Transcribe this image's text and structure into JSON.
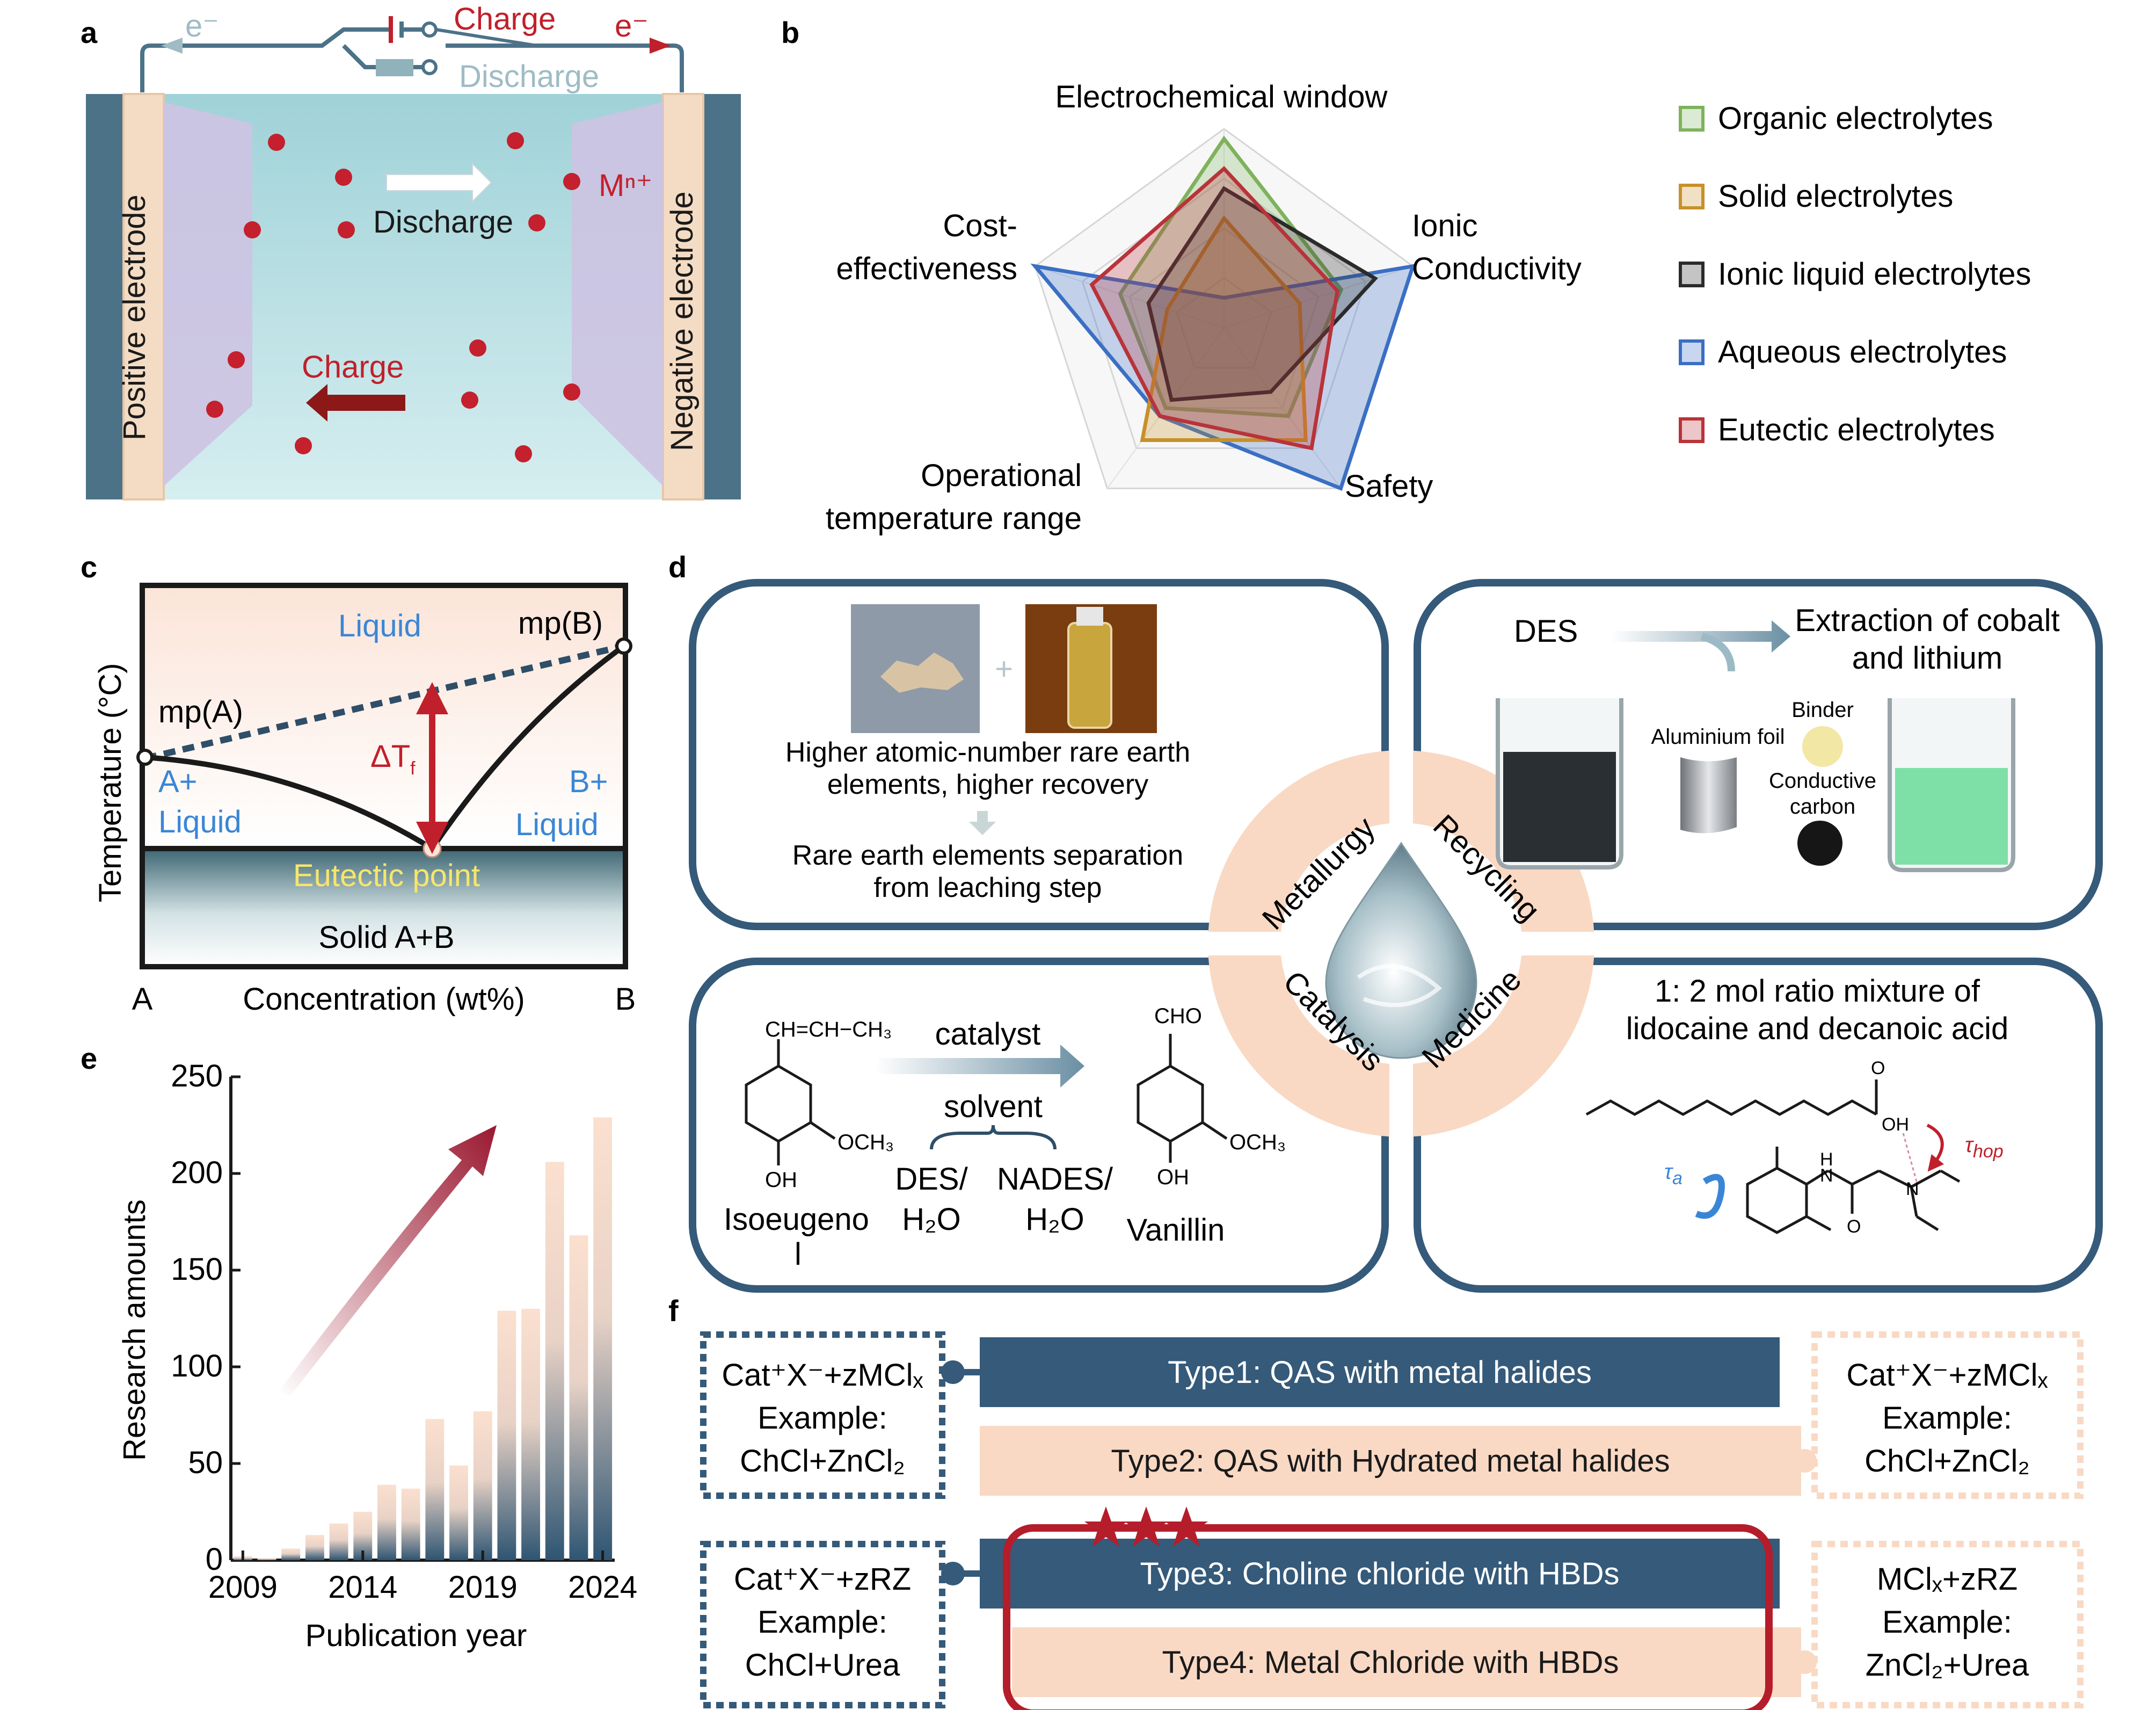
{
  "panel_labels": {
    "a": "a",
    "b": "b",
    "c": "c",
    "d": "d",
    "e": "e",
    "f": "f"
  },
  "panel_a": {
    "e_left": "e⁻",
    "e_right": "e⁻",
    "charge": "Charge",
    "discharge_circuit": "Discharge",
    "ion": "Mⁿ⁺",
    "discharge_arrow": "Discharge",
    "charge_arrow": "Charge",
    "positive": "Positive electrode",
    "negative": "Negative electrode",
    "colors": {
      "electrolyte": "#aad8dc",
      "electrode_fill": "#cdc3e2",
      "collector": "#4c7288",
      "frame": "#f4dcc4",
      "ion": "#c4202d",
      "charge": "#8c1818"
    }
  },
  "panel_b": {
    "axes": [
      "Electrochemical window",
      "Ionic",
      "Conductivity",
      "Safety",
      "Operational",
      "temperature range",
      "Cost-",
      "effectiveness"
    ],
    "legend": [
      {
        "name": "Organic electrolytes",
        "color": "#7fb25c"
      },
      {
        "name": "Solid electrolytes",
        "color": "#c8902a"
      },
      {
        "name": "Ionic liquid electrolytes",
        "color": "#2b2b2b"
      },
      {
        "name": "Aqueous electrolytes",
        "color": "#3b6fc4"
      },
      {
        "name": "Eutectic electrolytes",
        "color": "#b9333a"
      }
    ],
    "series_levels": {
      "Organic electrolytes": [
        0.95,
        0.62,
        0.55,
        0.5,
        0.55
      ],
      "Solid electrolytes": [
        0.55,
        0.4,
        0.7,
        0.7,
        0.3
      ],
      "Ionic liquid electrolytes": [
        0.7,
        0.8,
        0.4,
        0.45,
        0.4
      ],
      "Aqueous electrolytes": [
        0.15,
        1.0,
        1.0,
        0.55,
        1.0
      ],
      "Eutectic electrolytes": [
        0.8,
        0.6,
        0.75,
        0.55,
        0.7
      ]
    }
  },
  "panel_c": {
    "liquid": "Liquid",
    "mpA": "mp(A)",
    "mpB": "mp(B)",
    "dTf": "ΔT",
    "dTf_sub": "f",
    "a_liquid_1": "A+",
    "a_liquid_2": "Liquid",
    "b_liquid_1": "B+",
    "b_liquid_2": "Liquid",
    "eutectic": "Eutectic point",
    "solid": "Solid A+B",
    "y_label": "Temperature (°C)",
    "x_label": "Concentration (wt%)",
    "x_left": "A",
    "x_right": "B"
  },
  "panel_d": {
    "metallurgy": {
      "title": "Metallurgy",
      "line1": "Higher atomic-number rare earth",
      "line2": "elements, higher recovery",
      "line3": "Rare earth elements separation",
      "line4": "from leaching step"
    },
    "recycling": {
      "title": "Recycling",
      "des": "DES",
      "extract1": "Extraction of cobalt",
      "extract2": "and lithium",
      "binder": "Binder",
      "foil": "Aluminium foil",
      "carbon1": "Conductive",
      "carbon2": "carbon"
    },
    "catalysis": {
      "title": "Catalysis",
      "alkene": "CH=CH−CH₃",
      "och3_1": "OCH₃",
      "oh_1": "OH",
      "catalyst": "catalyst",
      "solvent": "solvent",
      "des": "DES/",
      "water1": "H₂O",
      "nades": "NADES/",
      "water2": "H₂O",
      "cho": "CHO",
      "och3_2": "OCH₃",
      "oh_2": "OH",
      "isoeugenol1": "Isoeugeno",
      "isoeugenol2": "l",
      "vanillin": "Vanillin"
    },
    "medicine": {
      "title": "Medicine",
      "line1": "1: 2 mol ratio mixture of",
      "line2": "lidocaine and decanoic acid",
      "o_atom": "O",
      "oh_atom": "OH",
      "tau_hop": "τ",
      "tau_hop_sub": "hop",
      "tau_a": "τ",
      "tau_a_sub": "a",
      "h": "H",
      "n1": "N",
      "n2": "N",
      "o2": "O"
    }
  },
  "panel_e": {
    "y_label": "Research amounts",
    "x_label": "Publication year",
    "chart_data": {
      "type": "bar",
      "x": [
        2009,
        2010,
        2011,
        2012,
        2013,
        2014,
        2015,
        2016,
        2017,
        2018,
        2019,
        2020,
        2021,
        2022,
        2023,
        2024
      ],
      "values": [
        2,
        1,
        6,
        13,
        19,
        25,
        39,
        37,
        73,
        49,
        77,
        129,
        130,
        206,
        168,
        229
      ],
      "ylim": [
        0,
        250
      ],
      "yticks": [
        "0",
        "50",
        "100",
        "150",
        "200",
        "250"
      ],
      "xticks": [
        "2009",
        "2014",
        "2019",
        "2024"
      ],
      "xlabel": "Publication year",
      "ylabel": "Research amounts"
    }
  },
  "panel_f": {
    "type1": "Type1: QAS with metal halides",
    "type2": "Type2: QAS with Hydrated metal halides",
    "type3": "Type3: Choline chloride with HBDs",
    "type4": "Type4: Metal Chloride with HBDs",
    "box1": {
      "l1": "Cat⁺X⁻+zMClₓ",
      "l2": "Example:",
      "l3": "ChCl+ZnCl₂"
    },
    "box2": {
      "l1": "Cat⁺X⁻+zMClₓ",
      "l2": "Example:",
      "l3": "ChCl+ZnCl₂"
    },
    "box3": {
      "l1": "Cat⁺X⁻+zRZ",
      "l2": "Example:",
      "l3": "ChCl+Urea"
    },
    "box4": {
      "l1": "MClₓ+zRZ",
      "l2": "Example:",
      "l3": "ZnCl₂+Urea"
    },
    "colors": {
      "navy": "#355a7a",
      "peach": "#f9d9c4",
      "red": "#b51d2b"
    }
  }
}
